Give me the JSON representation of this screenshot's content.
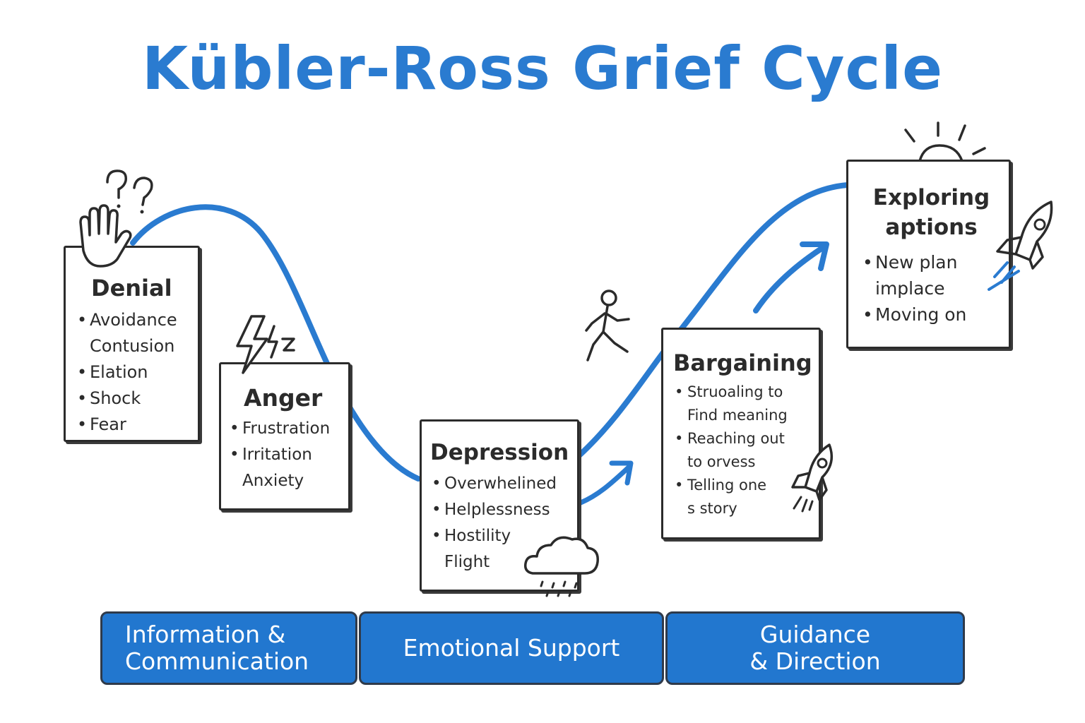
{
  "title": "Kübler-Ross Grief Cycle",
  "colors": {
    "accent": "#2a7bd0",
    "ink": "#2b2b2b",
    "band": "#2277cf"
  },
  "stages": [
    {
      "heading": "Denial",
      "items": [
        "Avoidance",
        "Contusion",
        "Elation",
        "Shock",
        "Fear"
      ]
    },
    {
      "heading": "Anger",
      "items": [
        "Frustration",
        "Irritation",
        "Anxiety"
      ]
    },
    {
      "heading": "Depression",
      "items": [
        "Overwhelined",
        "Helplessness",
        "Hostility",
        "Flight"
      ]
    },
    {
      "heading": "Bargaining",
      "items": [
        "Struoaling to",
        "Find meaning",
        "Reaching out",
        "to orvess",
        "Telling one",
        "s story"
      ]
    },
    {
      "heading": "Exploring\naptions",
      "items": [
        "New plan",
        "implace",
        "Moving on"
      ]
    }
  ],
  "bands": [
    "Information &\nCommunication",
    "Emotional Support",
    "Guidance\n& Direction"
  ],
  "icons": [
    "raised-hand-icon",
    "question-marks-icon",
    "lightning-icon",
    "walking-person-icon",
    "rain-cloud-icon",
    "rocket-icon",
    "sun-icon",
    "arrow-icon"
  ]
}
